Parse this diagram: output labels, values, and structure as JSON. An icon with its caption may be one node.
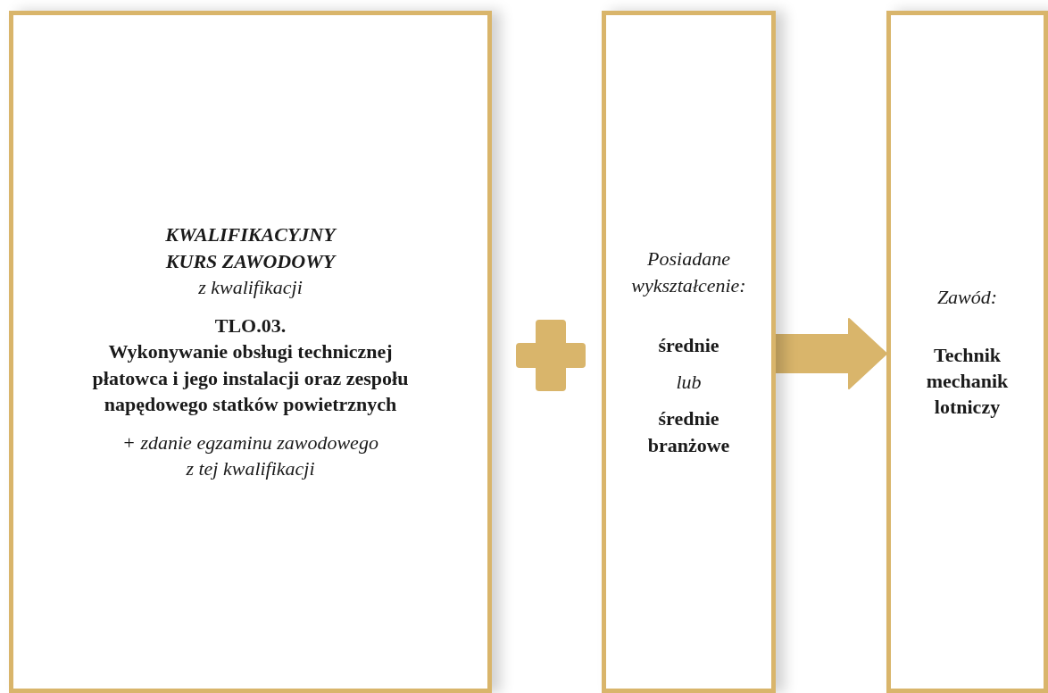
{
  "diagram": {
    "nodes": [
      {
        "text": [
          "KWALIFIKACYJNY KURS ZAWODOWY",
          "z kwalifikacji",
          "TLO.03.",
          "Wykonywanie obsługi technicznej płatowca i jego instalacji oraz zespołu napędowego statków powietrznych",
          "+ zdanie egzaminu zawodowego z tej kwalifikacji"
        ]
      },
      {
        "text": [
          "Posiadane wykształcenie:",
          "średnie",
          "lub",
          "średnie branżowe"
        ]
      },
      {
        "text": [
          "Zawód:",
          "Technik mechanik lotniczy"
        ]
      }
    ],
    "edges": [
      {
        "from": 1,
        "to": 2,
        "arrow": "to",
        "style": "thick"
      }
    ]
  }
}
